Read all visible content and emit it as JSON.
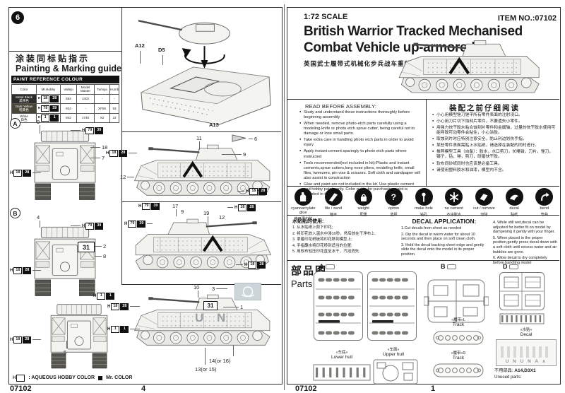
{
  "left": {
    "step_badge": "6",
    "guide_title_zh": "涂装同标贴指示",
    "guide_title_en": "Painting & Marking guide",
    "table": {
      "bar": "PAINT  REFERENCE COLOUR",
      "cols": [
        "Color",
        "Mr.Hobby",
        "Vallejo",
        "Model Master",
        "Tamiya",
        "Humbrol"
      ],
      "rows": [
        {
          "en": "Metal Black",
          "zh": "黑铁色",
          "aq": "18",
          "mr": "28",
          "vallejo": "864",
          "mm": "1402",
          "tamiya": "-",
          "humbrol": "-"
        },
        {
          "en": "Dark Yellow",
          "zh": "暗黄色",
          "aq": "79",
          "mr": "39",
          "vallejo": "824",
          "mm": "-",
          "tamiya": "XF59",
          "humbrol": "93"
        },
        {
          "en": "White",
          "zh": "白色",
          "aq": "1",
          "mr": "1",
          "vallejo": "842",
          "mm": "1745",
          "tamiya": "X2",
          "humbrol": "22"
        }
      ]
    },
    "iso": {
      "l1": "A12",
      "l2": "D5",
      "l3": "A13"
    },
    "badge_a": "A",
    "badge_b": "B",
    "chips": {
      "prefix": "H",
      "metal": {
        "a": "18",
        "m": "28"
      },
      "yellow": {
        "a": "79",
        "m": "39"
      },
      "white": {
        "a": "1",
        "m": "1"
      }
    },
    "a_rear": [
      "9",
      "18",
      "7"
    ],
    "a_side": [
      "11",
      "6",
      "9",
      "12"
    ],
    "b_rear": [
      "4",
      "2",
      "8"
    ],
    "b_side": [
      "17",
      "9",
      "19",
      "12"
    ],
    "un_front": [
      "5"
    ],
    "un_side": [
      "10",
      "3",
      "1",
      "14(or 16)",
      "13(or 15)"
    ],
    "turret_number": "31",
    "hull_text": "U N",
    "legend": {
      "h": "H",
      "aqueous": ": AQUEOUS HOBBY COLOR",
      "mr": "Mr. COLOR"
    },
    "footer": {
      "item": "07102",
      "page": "4"
    }
  },
  "right": {
    "scale": "1:72 SCALE",
    "item_no": "ITEM NO.:07102",
    "title1": "British Warrior Tracked Mechanised",
    "title2": "Combat Vehicle up-armored",
    "title_zh": "英国武士履带式机械化步兵战车重装甲型",
    "read": {
      "heading": "READ BEFORE ASSEMBLY:",
      "bullets": [
        "Study and understand these instructions thoroughly before beginning assembly",
        "When needed, remove photo-etch parts carefully using a modeling knife or photo etch sprue cutter, being careful not to damage or lose small parts.",
        "Take extra care in handling photo etch parts in order to avoid injury",
        "Apply instant cement sparingly to photo etch parts where instructed",
        "Tools recommended(not included in kit):Plastic and instant cements,sprue cutters,long nose pliers, modeling knife, small files, tweezers, pin vise & scissors. Soft cloth and sandpaper will also assist in construction",
        "Glue and paint are not included in the kit. Use plastic cement and hobby paints only. Color guide for purchasing paint is included in the kit."
      ],
      "heading_zh": "装配之前仔细阅读",
      "bullets_zh": [
        "小心用模型锉刀锉平所有零件表面的注射浇口。",
        "小心用刀片切下蚀刻片零件，不要遗失小零件。",
        "用强力快干胶水粘合蚀刻片零件和金属轴，过量的快干胶水使用可能导致可动零件会粘住，小心涂胶。",
        "取蚀刻片时应特别注意安全，防止利边划伤手指。",
        "某些零件表面需贴上水贴纸，请选择在装配的同时进行。",
        "推荐模型工具（自备）：胶水，水口剪刀，长嘴钳，刀片，锉刀，镊子，钻，锤，剪刀，研磨快干胶。",
        "软布同砂纸同时也应该是必备工具。",
        "请使用塑料胶水和油漆，模型内不含。"
      ]
    },
    "icons": [
      {
        "en": "cyanoacrylate glue",
        "zh": "使用强力胶"
      },
      {
        "en": "file / sand",
        "zh": "锉平"
      },
      {
        "en": "weight",
        "zh": "配重"
      },
      {
        "en": "option",
        "zh": "选择"
      },
      {
        "en": "make hole",
        "zh": "钻孔"
      },
      {
        "en": "no cement",
        "zh": "不涂胶水"
      },
      {
        "en": "cut / remove",
        "zh": "切除"
      },
      {
        "en": "decal",
        "zh": "贴纸"
      },
      {
        "en": "bend",
        "zh": "弯曲"
      }
    ],
    "decal": {
      "heading_zh": "水贴纸的使用:",
      "steps_zh": [
        "1. 从水贴纸上剪下印花;",
        "2. 将印花放入温水中浸10秒，然后放在干净布上.",
        "3. 拿着印花纸板将印花移到模型上;",
        "4. 手指蘸水将印花移到适当的位置;",
        "5. 用软布轻压印花直至水干，汽泡消失."
      ],
      "heading_en": "DECAL APPLICATION:",
      "steps_en": [
        "1.Cut decals from sheet as needed",
        "2. Dip the decal in warm water for about 10 seconds and then place on soft clean cloth.",
        "3. Hold the decal backing sheet edge and gently slide the decal onto the model in its proper position.",
        "4. While still wet,decal can be adjusted for better fit on model by dampening it gently with your finger.",
        "5. When placed in the proper position,gently press decal down with a soft cloth until excess water and air bubbles are gone.",
        "6. Allow decal to dry completely before handling model"
      ]
    },
    "parts": {
      "heading_zh": "部品图",
      "heading_en": "Parts",
      "sprues": [
        "A",
        "B",
        "D"
      ],
      "lower_hull": {
        "zh": "«车底»",
        "en": "Lower hull"
      },
      "upper_hull": {
        "zh": "«车面»",
        "en": "Upper hull"
      },
      "track_l": {
        "zh": "«履带»L",
        "en": "Track"
      },
      "track_r": {
        "zh": "«履带»R",
        "en": "Track"
      },
      "decal_label": {
        "zh": "«水贴»",
        "en": "Decal"
      },
      "decal_sheet_text": "U N U N A ∧",
      "unused": {
        "zh": "不用部品:",
        "value": "A14,D3X1",
        "en": "Unused parts:"
      }
    },
    "footer": {
      "item": "07102",
      "page": "1"
    }
  }
}
